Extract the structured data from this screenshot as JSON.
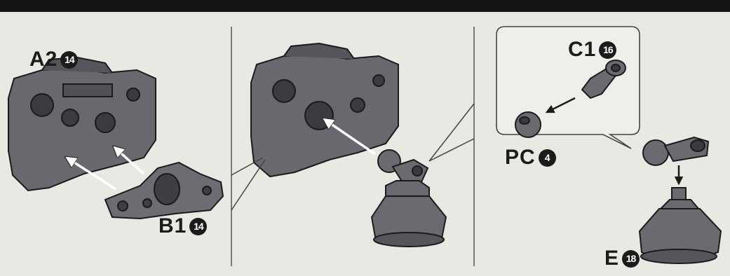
{
  "parts": {
    "a2": {
      "code": "A2",
      "runner": "14"
    },
    "b1": {
      "code": "B1",
      "runner": "14"
    },
    "c1": {
      "code": "C1",
      "runner": "16"
    },
    "pc": {
      "code": "PC",
      "runner": "4"
    },
    "e": {
      "code": "E",
      "runner": "18"
    }
  },
  "colors": {
    "background": "#e9e8e3",
    "part": "#6a6a70",
    "part_dark": "#3a3a3f",
    "outline": "#1b1b1b",
    "arrow": "#ffffff"
  }
}
